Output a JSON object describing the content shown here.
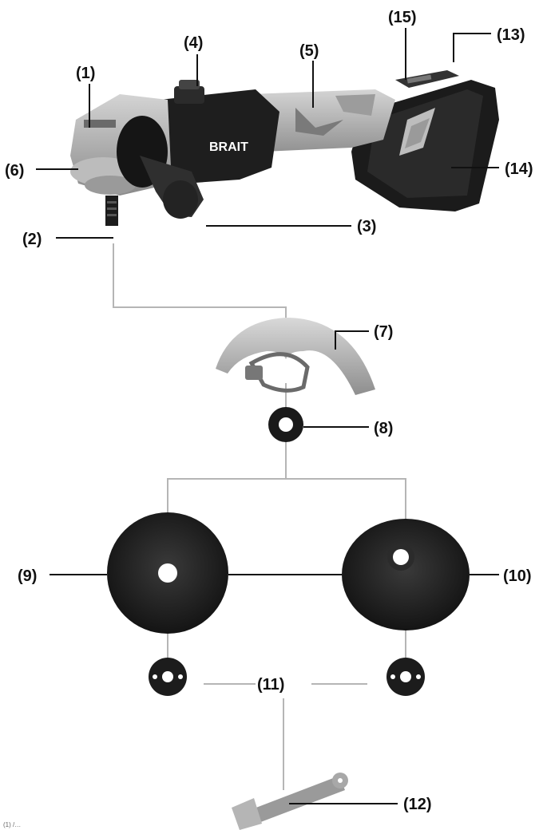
{
  "callouts": {
    "c1": "(1)",
    "c2": "(2)",
    "c3": "(3)",
    "c4": "(4)",
    "c5": "(5)",
    "c6": "(6)",
    "c7": "(7)",
    "c8": "(8)",
    "c9": "(9)",
    "c10": "(10)",
    "c11": "(11)",
    "c12": "(12)",
    "c13": "(13)",
    "c14": "(14)",
    "c15": "(15)"
  },
  "brand": "BRAIT",
  "footer_note": "(1) /…"
}
